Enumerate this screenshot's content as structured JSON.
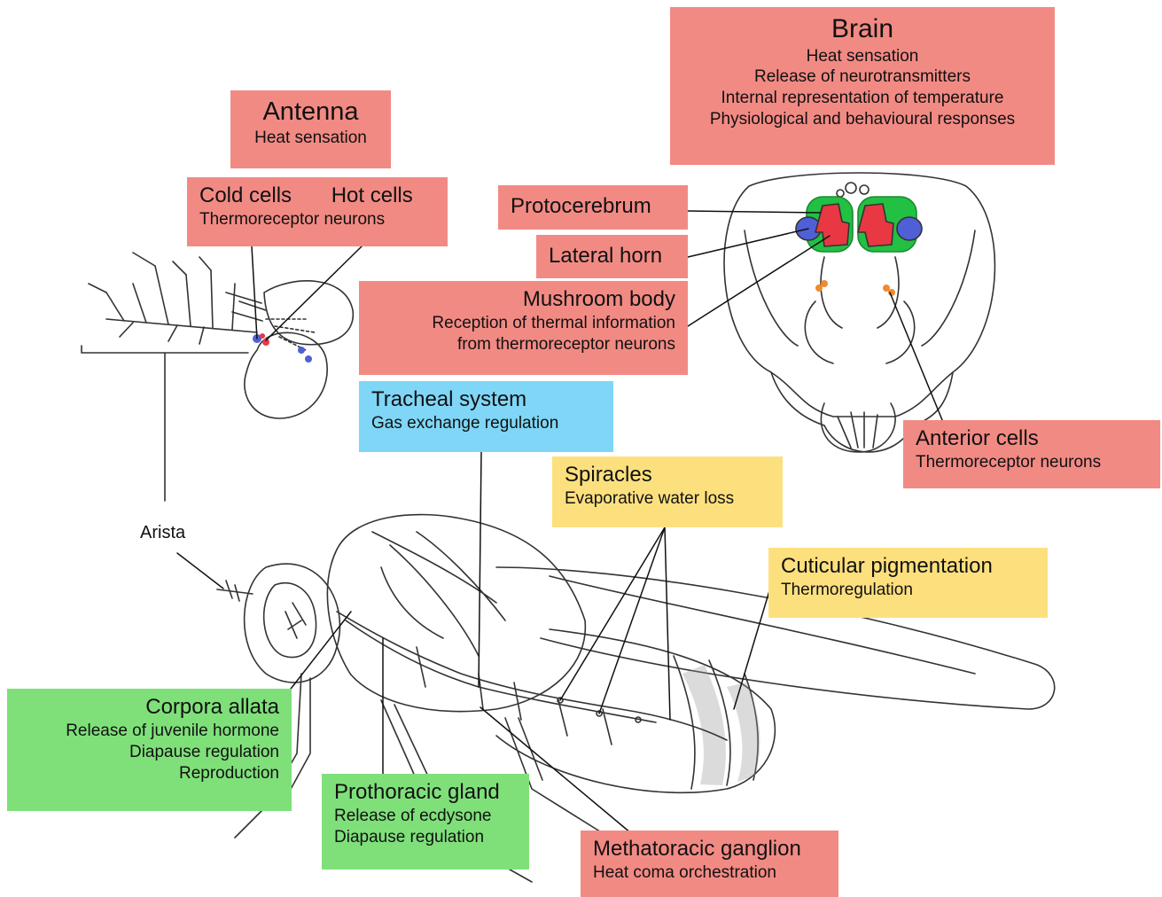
{
  "brain": {
    "title": "Brain",
    "lines": [
      "Heat sensation",
      "Release of neurotransmitters",
      "Internal representation of temperature",
      "Physiological and behavioural responses"
    ]
  },
  "antenna": {
    "title": "Antenna",
    "line": "Heat sensation"
  },
  "cells": {
    "cold": "Cold cells",
    "hot": "Hot cells",
    "line": "Thermoreceptor neurons"
  },
  "protocerebrum": "Protocerebrum",
  "lateral_horn": "Lateral horn",
  "mushroom": {
    "title": "Mushroom body",
    "lines": [
      "Reception of thermal information",
      "from thermoreceptor neurons"
    ]
  },
  "tracheal": {
    "title": "Tracheal system",
    "line": "Gas exchange regulation"
  },
  "anterior": {
    "title": "Anterior cells",
    "line": "Thermoreceptor neurons"
  },
  "spiracles": {
    "title": "Spiracles",
    "line": "Evaporative water loss"
  },
  "cuticular": {
    "title": "Cuticular pigmentation",
    "line": "Thermoregulation"
  },
  "arista": "Arista",
  "corpora": {
    "title": "Corpora allata",
    "lines": [
      "Release of juvenile hormone",
      "Diapause regulation",
      "Reproduction"
    ]
  },
  "prothoracic": {
    "title": "Prothoracic gland",
    "lines": [
      "Release of ecdysone",
      "Diapause regulation"
    ]
  },
  "metathoracic": {
    "title": "Methatoracic ganglion",
    "line": "Heat coma orchestration"
  },
  "colors": {
    "red": "#f28a84",
    "blue": "#7fd6f6",
    "yellow": "#fde07e",
    "green": "#7fe07a",
    "brain_green": "#22c043",
    "brain_red": "#e83844",
    "brain_blue": "#4f5fd6",
    "orange": "#f08a30"
  }
}
